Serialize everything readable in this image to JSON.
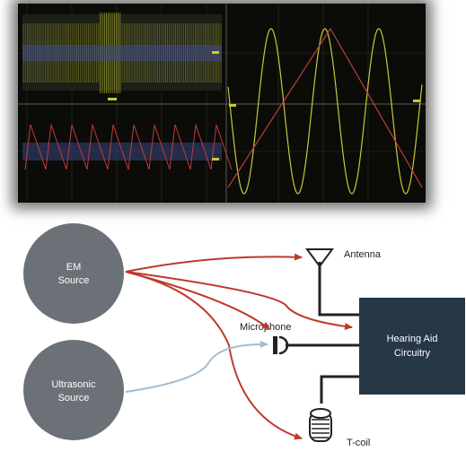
{
  "scope": {
    "trace_color": "#c8c83a",
    "envelope_color": "#c23b3b",
    "marker_color": "#c8c83a",
    "band_color": "#3e4a8a"
  },
  "diagram": {
    "em_source": {
      "line1": "EM",
      "line2": "Source"
    },
    "ultrasonic_source": {
      "line1": "Ultrasonic",
      "line2": "Source"
    },
    "antenna_label": "Antenna",
    "microphone_label": "Microphone",
    "tcoil_label": "T-coil",
    "circuitry": {
      "line1": "Hearing Aid",
      "line2": "Circuitry"
    },
    "colors": {
      "source_fill": "#6c7178",
      "circuitry_fill": "#263746",
      "em_arrow": "#c0392b",
      "ultrasonic_arrow": "#9fbcd2",
      "wire": "#222222"
    },
    "icons": [
      "antenna-icon",
      "microphone-icon",
      "tcoil-icon"
    ]
  }
}
